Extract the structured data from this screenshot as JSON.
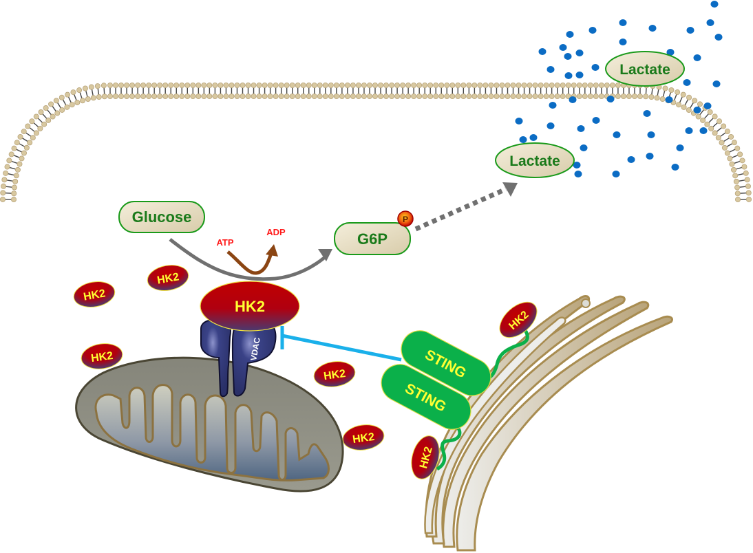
{
  "figure": {
    "title": "STING inhibits HK2 binding to VDAC and glycolysis",
    "labels": {
      "glucose": "Glucose",
      "g6p": "G6P",
      "phosphate": "P",
      "atp": "ATP",
      "adp": "ADP",
      "lactate_inside": "Lactate",
      "lactate_outside": "Lactate",
      "hk2_bound": "HK2",
      "vdac": "VDAC",
      "sting_top": "STING",
      "sting_bottom": "STING",
      "hk2_free": [
        "HK2",
        "HK2",
        "HK2",
        "HK2",
        "HK2"
      ],
      "hk2_er_top": "HK2",
      "hk2_er_bottom": "HK2"
    },
    "colors": {
      "metabolite_fill": "#ece3c8",
      "metabolite_border": "#1a9a1a",
      "metabolite_text": "#1a7a1a",
      "hk2_red": "#c00000",
      "hk2_text": "#ffff33",
      "vdac": "#2e3670",
      "sting": "#0bb04a",
      "sting_text": "#ffff33",
      "inhibition": "#1ab0ea",
      "lactate_dots": "#0b6cc4",
      "membrane_head": "#d8c8a0",
      "arrow_gray": "#707070",
      "arrow_brown": "#8b4513",
      "atp_text": "#ff1a1a",
      "mito_outer": "#8c8c7e",
      "er_stroke": "#a88c50"
    },
    "components": [
      "plasma-membrane",
      "mitochondrion",
      "endoplasmic-reticulum",
      "lactate-molecules"
    ]
  }
}
